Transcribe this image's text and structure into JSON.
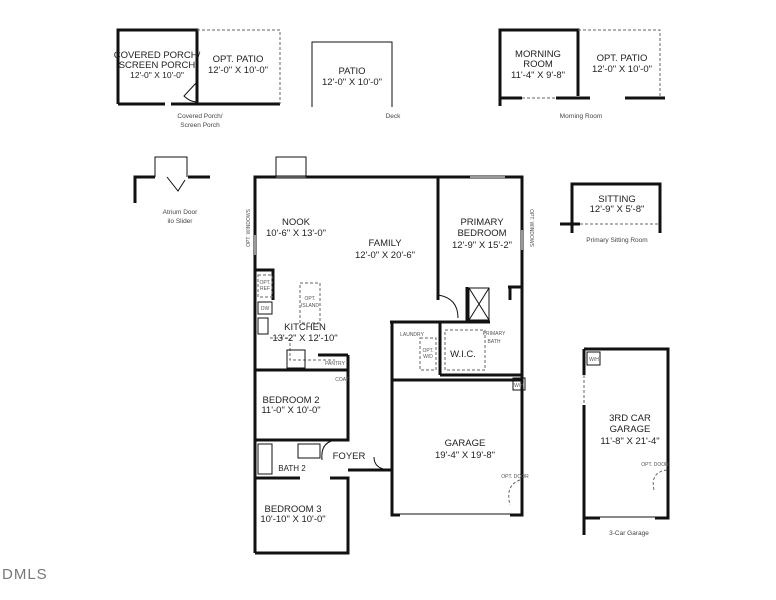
{
  "elevation_options": {
    "covered_porch": {
      "room_line1": "COVERED PORCH/",
      "room_line2": "SCREEN PORCH",
      "room_dims": "12'-0\" X 10'-0\"",
      "patio_name": "OPT. PATIO",
      "patio_dims": "12'-0\" X 10'-0\"",
      "caption_line1": "Covered Porch/",
      "caption_line2": "Screen Porch"
    },
    "deck": {
      "name": "PATIO",
      "dims": "12'-0\" X 10'-0\"",
      "caption": "Deck"
    },
    "morning_room": {
      "name_line1": "MORNING",
      "name_line2": "ROOM",
      "dims": "11'-4\" X 9'-8\"",
      "patio_name": "OPT. PATIO",
      "patio_dims": "12'-0\" X 10'-0\"",
      "caption": "Morning Room"
    },
    "atrium": {
      "caption_line1": "Atrium Door",
      "caption_line2": "ilo Slider"
    },
    "sitting": {
      "name": "SITTING",
      "dims": "12'-9\" X 5'-8\"",
      "caption": "Primary Sitting Room"
    },
    "third_garage": {
      "name_line1": "3RD CAR",
      "name_line2": "GARAGE",
      "dims": "11'-8\" X 21'-4\"",
      "caption": "3-Car Garage",
      "wh": "W/H",
      "opt_door": "OPT. DOOR"
    }
  },
  "main_plan": {
    "nook": {
      "name": "NOOK",
      "dims": "10'-6\" X 13'-0\""
    },
    "family": {
      "name": "FAMILY",
      "dims": "12'-0\" X 20'-6\""
    },
    "primary_bedroom": {
      "name_line1": "PRIMARY",
      "name_line2": "BEDROOM",
      "dims": "12'-9\" X 15'-2\""
    },
    "kitchen": {
      "name": "KITCHEN",
      "dims": "13'-2\" X 12'-10\""
    },
    "laundry": {
      "name": "LAUNDRY"
    },
    "primary_bath": {
      "name_line1": "PRIMARY",
      "name_line2": "BATH"
    },
    "wic": {
      "name": "W.I.C."
    },
    "pantry": {
      "name": "PANTRY"
    },
    "coat": {
      "name": "COAT"
    },
    "opt_ref": {
      "line1": "OPT.",
      "line2": "REF"
    },
    "dw": {
      "name": "DW"
    },
    "opt_island": {
      "line1": "OPT.",
      "line2": "ISLAND"
    },
    "opt_wd": {
      "line1": "OPT.",
      "line2": "W/D"
    },
    "bedroom2": {
      "name": "BEDROOM 2",
      "dims": "11'-0\" X 10'-0\""
    },
    "bath2": {
      "name": "BATH 2"
    },
    "foyer": {
      "name": "FOYER"
    },
    "bedroom3": {
      "name": "BEDROOM 3",
      "dims": "10'-10\" X 10'-0\""
    },
    "garage": {
      "name": "GARAGE",
      "dims": "19'-4\" X 19'-8\"",
      "wh": "W/H",
      "opt_door": "OPT. DOOR"
    },
    "opt_windows": "OPT. WINDOWS"
  },
  "watermark": "DMLS"
}
